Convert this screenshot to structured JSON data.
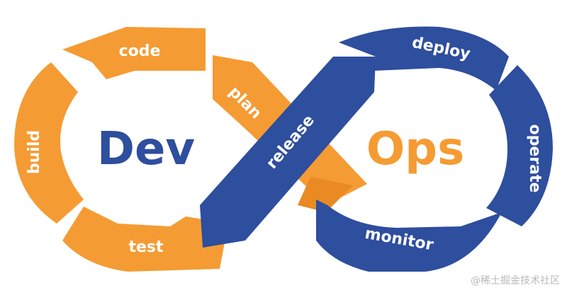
{
  "diagram": {
    "left_word": "Dev",
    "right_word": "Ops",
    "stages": {
      "code": "code",
      "plan": "plan",
      "build": "build",
      "test": "test",
      "release": "release",
      "deploy": "deploy",
      "operate": "operate",
      "monitor": "monitor"
    },
    "colors": {
      "dev": "#F59B33",
      "ops": "#2E4E9E",
      "dev_text": "#2E4E9E",
      "ops_text": "#F59B33"
    }
  },
  "watermark": "@稀土掘金技术社区"
}
